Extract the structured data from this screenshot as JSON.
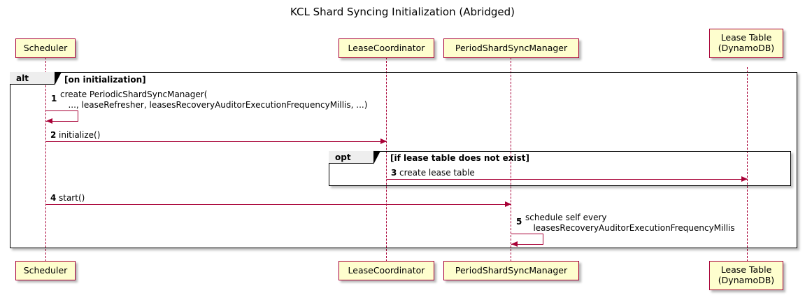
{
  "diagram": {
    "title": "KCL Shard Syncing Initialization (Abridged)",
    "type": "uml-sequence-diagram"
  },
  "participants": [
    {
      "id": "scheduler",
      "label": "Scheduler"
    },
    {
      "id": "leasecoord",
      "label": "LeaseCoordinator"
    },
    {
      "id": "psm",
      "label": "PeriodShardSyncManager"
    },
    {
      "id": "leasetable",
      "label": "Lease Table\n(DynamoDB)"
    }
  ],
  "fragments": [
    {
      "id": "alt",
      "keyword": "alt",
      "guard": "[on initialization]"
    },
    {
      "id": "opt",
      "keyword": "opt",
      "guard": "[if lease table does not exist]"
    }
  ],
  "messages": [
    {
      "seq": "1",
      "from": "scheduler",
      "to": "scheduler",
      "self": true,
      "text": "create PeriodicShardSyncManager(\n   ..., leaseRefresher, leasesRecoveryAuditorExecutionFrequencyMillis, ...)"
    },
    {
      "seq": "2",
      "from": "scheduler",
      "to": "leasecoord",
      "self": false,
      "text": "initialize()"
    },
    {
      "seq": "3",
      "from": "leasecoord",
      "to": "leasetable",
      "self": false,
      "text": "create lease table"
    },
    {
      "seq": "4",
      "from": "scheduler",
      "to": "psm",
      "self": false,
      "text": "start()"
    },
    {
      "seq": "5",
      "from": "psm",
      "to": "psm",
      "self": true,
      "text": "schedule self every\n   leasesRecoveryAuditorExecutionFrequencyMillis"
    }
  ],
  "colors": {
    "participant_fill": "#FEFECE",
    "participant_border": "#A80036",
    "message_line": "#A80036",
    "fragment_border": "#000000",
    "fragment_label_fill": "#EEEEEE",
    "background": "#FFFFFF",
    "text": "#000000"
  }
}
